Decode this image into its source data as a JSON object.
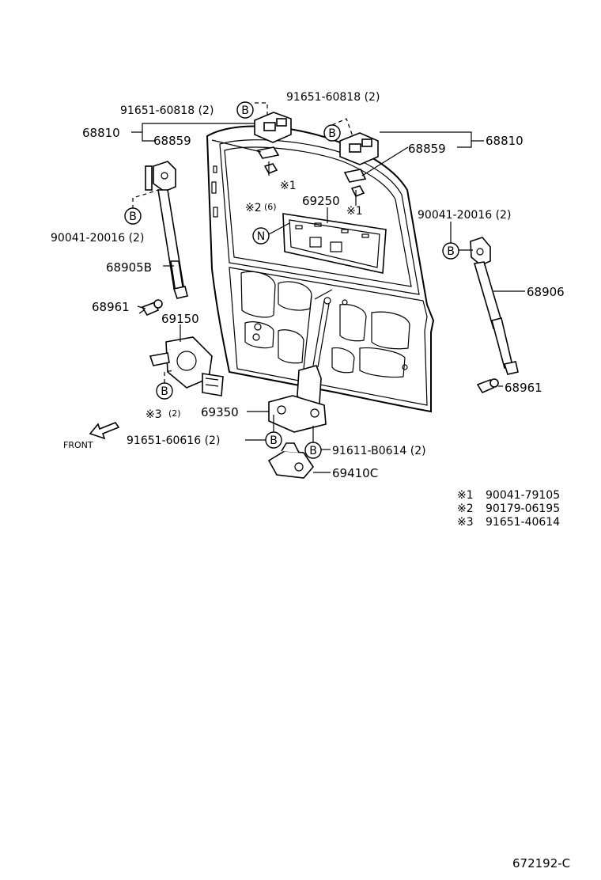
{
  "parts": {
    "bolt_top_left": "91651-60818 (2)",
    "bolt_top_right": "91651-60818 (2)",
    "hinge_left": "68810",
    "hinge_right": "68810",
    "bracket_left": "68859",
    "bracket_right": "68859",
    "nut_ref_left": "※1",
    "nut_ref_right": "※1",
    "panel": "69250",
    "panel_ref_note": "※2",
    "panel_ref_qty": "(6)",
    "stud_left": "90041-20016 (2)",
    "stud_right": "90041-20016 (2)",
    "stay_left": "68905B",
    "stay_right": "68906",
    "ball_left": "68961",
    "ball_right": "68961",
    "lock": "69150",
    "lock_ref_note": "※3",
    "lock_ref_qty": "(2)",
    "latch": "69350",
    "bolt_bottom_left": "91651-60616 (2)",
    "bolt_bottom_right": "91611-B0614 (2)",
    "striker": "69410C",
    "front_label": "FRONT"
  },
  "markers": {
    "b": "B",
    "n": "N"
  },
  "legend": [
    {
      "mark": "※1",
      "code": "90041-79105"
    },
    {
      "mark": "※2",
      "code": "90179-06195"
    },
    {
      "mark": "※3",
      "code": "91651-40614"
    }
  ],
  "figure_id": "672192-C"
}
